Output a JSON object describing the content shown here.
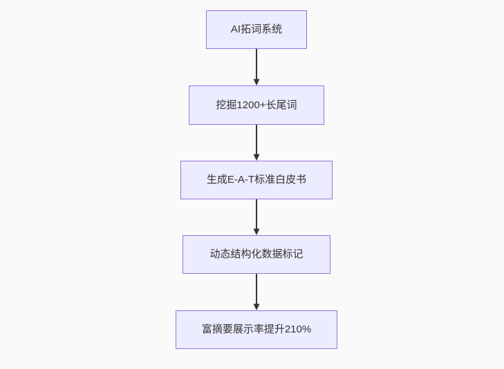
{
  "diagram": {
    "type": "flowchart",
    "direction": "top-down",
    "nodes": [
      {
        "id": "1",
        "label": "AI拓词系统"
      },
      {
        "id": "2",
        "label": "挖掘1200+长尾词"
      },
      {
        "id": "3",
        "label": "生成E-A-T标准白皮书"
      },
      {
        "id": "4",
        "label": "动态结构化数据标记"
      },
      {
        "id": "5",
        "label": "富摘要展示率提升210%"
      }
    ],
    "edges": [
      {
        "from": "1",
        "to": "2"
      },
      {
        "from": "2",
        "to": "3"
      },
      {
        "from": "3",
        "to": "4"
      },
      {
        "from": "4",
        "to": "5"
      }
    ],
    "colors": {
      "background": "#FAFAFA",
      "node_fill": "#ECECFF",
      "node_border": "#9370DB",
      "node_text": "#333333",
      "edge": "#333333"
    }
  }
}
